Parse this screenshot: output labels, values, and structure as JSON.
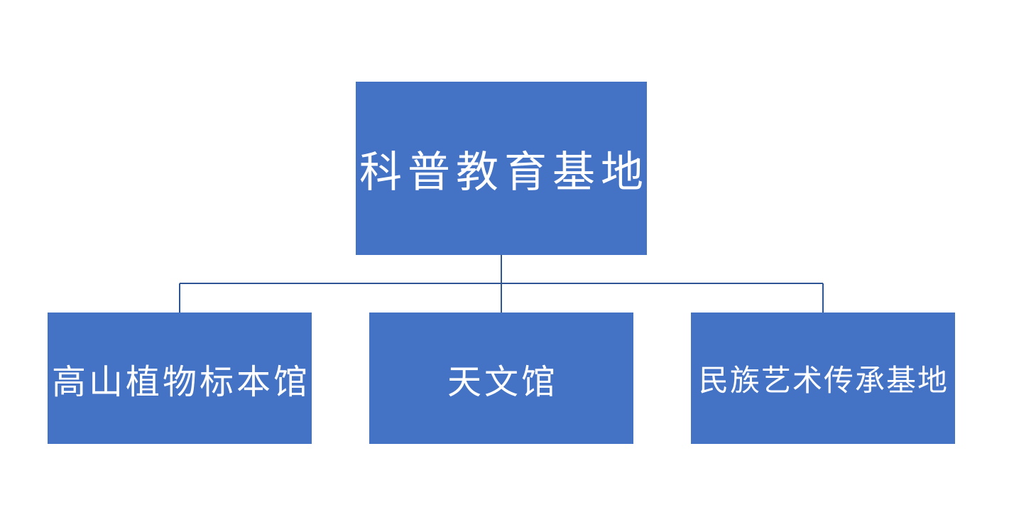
{
  "diagram": {
    "type": "org-chart",
    "box_color": "#4472C4",
    "line_color": "#2F5597",
    "text_color": "#FFFFFF",
    "root": {
      "label": "科普教育基地"
    },
    "children": [
      {
        "label": "高山植物标本馆"
      },
      {
        "label": "天文馆"
      },
      {
        "label": "民族艺术传承基地"
      }
    ]
  }
}
